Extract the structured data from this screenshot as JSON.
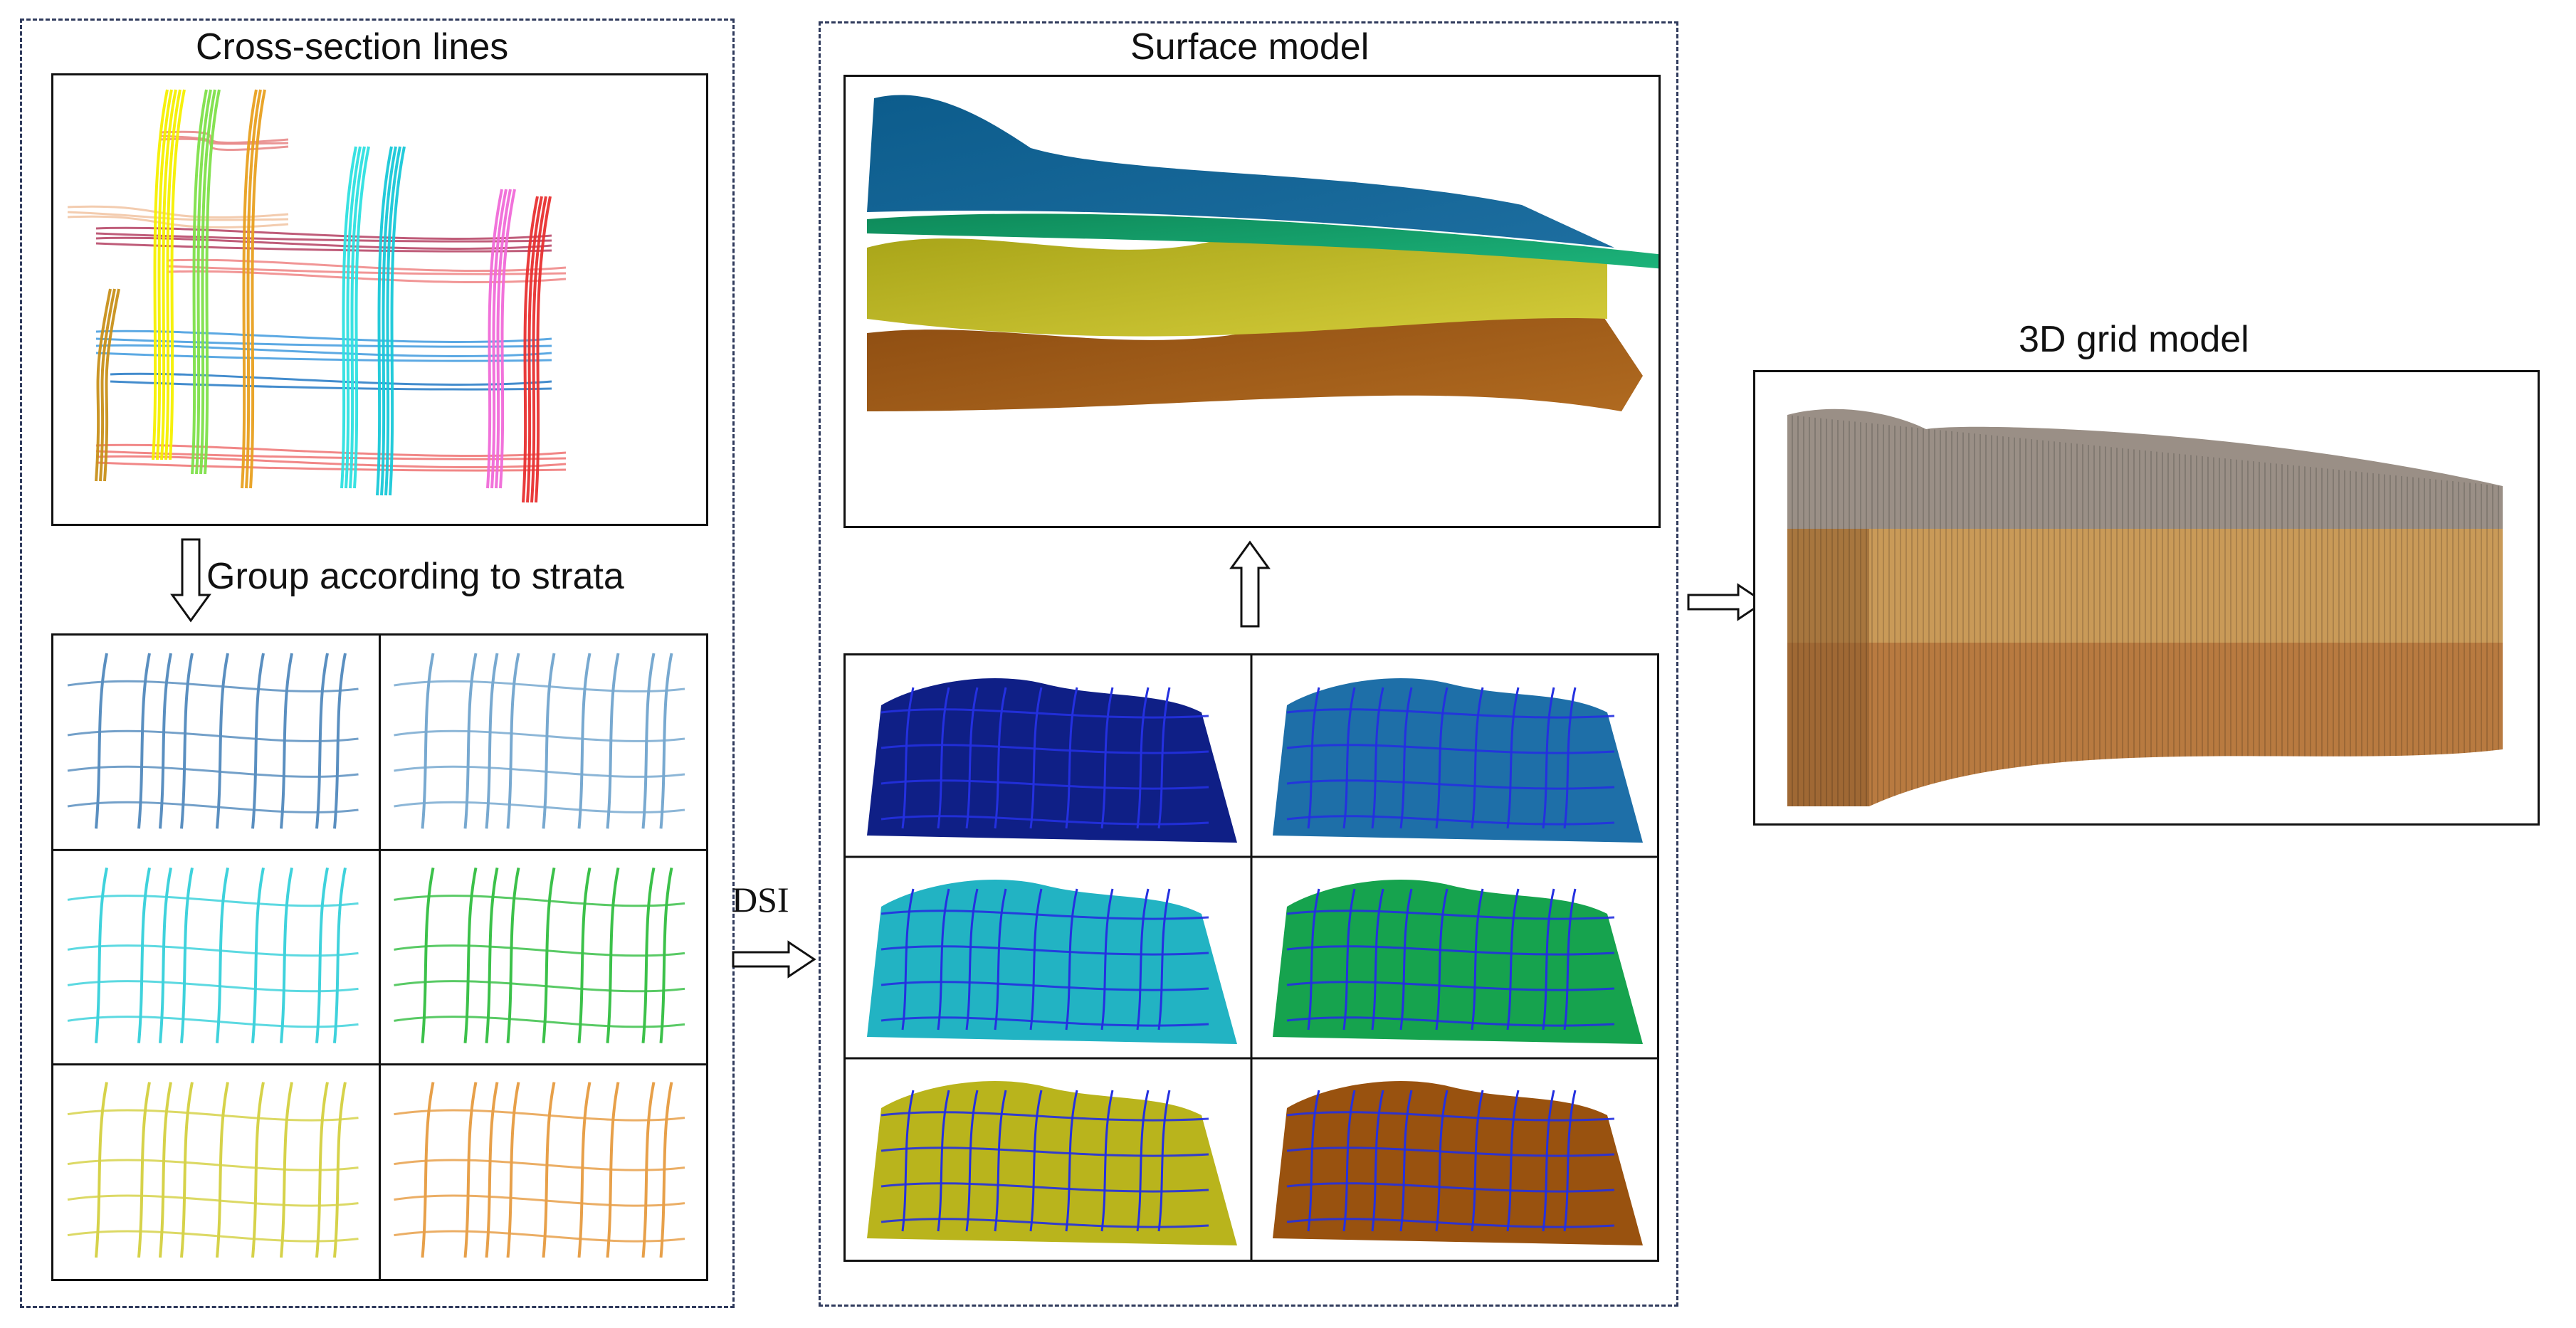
{
  "panels": {
    "cross_section": {
      "title": "Cross-section lines"
    },
    "surface": {
      "title": "Surface model"
    },
    "grid": {
      "title": "3D grid model"
    }
  },
  "arrows": {
    "group": {
      "label": "Group according to strata"
    },
    "dsi": {
      "label": "DSI"
    }
  },
  "colors": {
    "frame_border": "#2f3a5c",
    "strata_1": "#5a8fc0",
    "strata_2": "#78a9d0",
    "strata_3": "#3fd2dc",
    "strata_4": "#3cc14a",
    "strata_5": "#d6d24a",
    "strata_6": "#e7a04a",
    "surface_dark_blue": "#0f1f86",
    "surface_blue": "#1e6fa8",
    "surface_cyan": "#22b3c3",
    "surface_green": "#16a34e",
    "surface_yellow": "#b9b41c",
    "surface_brown": "#99520f",
    "grid_top": "#9a8f86",
    "grid_upper": "#c99a58",
    "grid_lower": "#b87a40"
  }
}
